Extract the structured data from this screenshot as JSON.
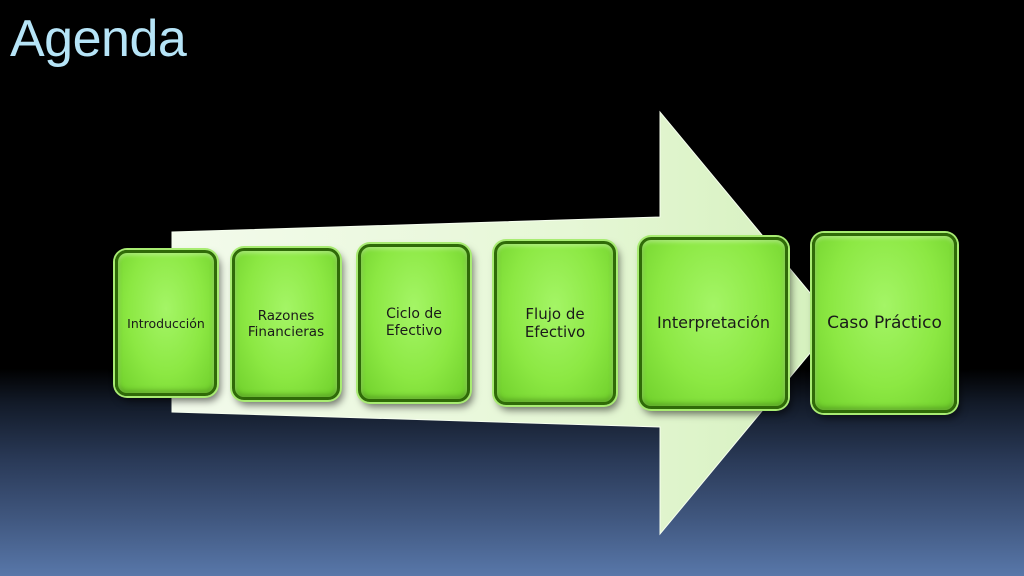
{
  "slide": {
    "title": "Agenda"
  },
  "diagram": {
    "type": "process-arrow",
    "steps": [
      {
        "label": "Introducción"
      },
      {
        "label": "Razones\nFinancieras"
      },
      {
        "label": "Ciclo de\nEfectivo"
      },
      {
        "label": "Flujo de\nEfectivo"
      },
      {
        "label": "Interpretación"
      },
      {
        "label": "Caso Práctico"
      }
    ]
  },
  "colors": {
    "title": "#b6e4f7",
    "step_fill": "#8ce843",
    "step_border": "#2f6a08",
    "arrow_fill": "#eaf8dc"
  }
}
